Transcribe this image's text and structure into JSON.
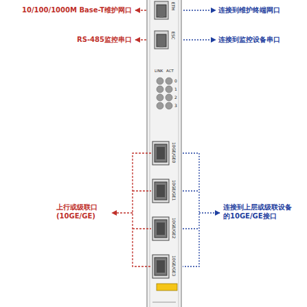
{
  "diagram": {
    "nodes": [
      {
        "text": [
          "ETH"
        ]
      },
      {
        "text": [
          "ESC"
        ]
      },
      {
        "text": [
          "10GE/GE0"
        ]
      },
      {
        "text": [
          "10GE/GE1"
        ]
      },
      {
        "text": [
          "10GE/GE2"
        ]
      },
      {
        "text": [
          "10GE/GE3"
        ]
      }
    ],
    "labels": [
      "10/100/1000M Base-T维护网口",
      "连接到维护终端网口",
      "RS-485监控串口",
      "连接到监控设备串口",
      "LINK",
      "ACT",
      "0",
      "1",
      "2",
      "3",
      "上行或级联口 (10GE/GE)",
      "连接到上层或级联设备的10GE/GE接口"
    ]
  }
}
